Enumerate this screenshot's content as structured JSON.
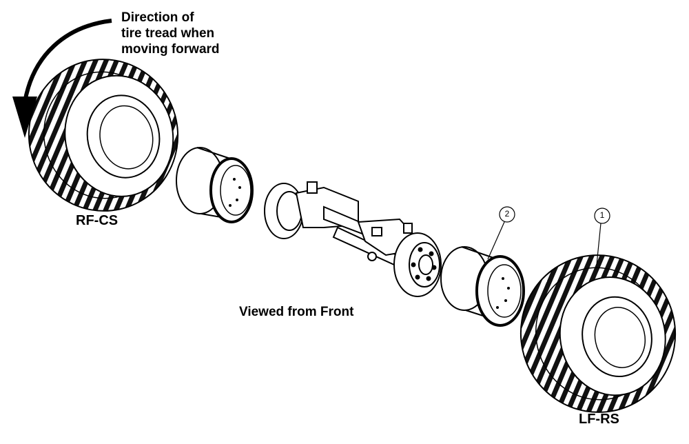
{
  "annotations": {
    "direction_note": "Direction of\ntire tread when\nmoving forward",
    "right_front_tire_label": "RF-CS",
    "left_front_tire_label": "LF-RS",
    "view_caption": "Viewed from Front"
  },
  "callouts": {
    "item_1": "1",
    "item_2": "2"
  },
  "colors": {
    "ink": "#000000",
    "paper": "#ffffff"
  },
  "icons": {
    "rotation_arrow": "curved-arrow-counterclockwise-icon"
  }
}
